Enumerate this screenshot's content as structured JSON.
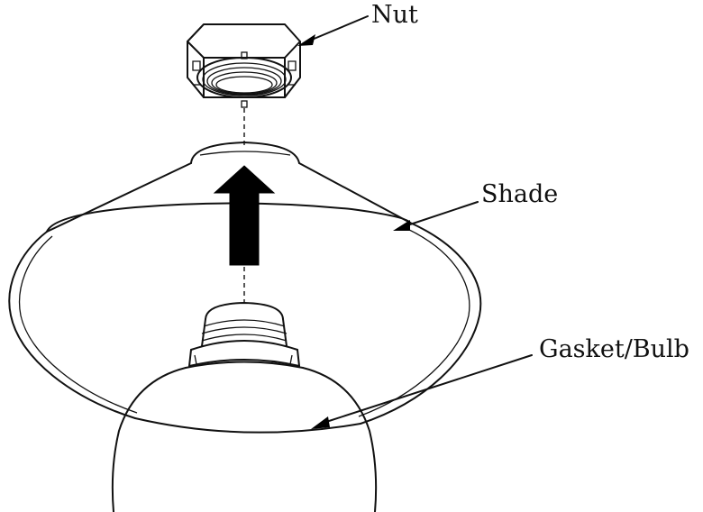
{
  "labels": {
    "nut": "Nut",
    "shade": "Shade",
    "bulb": "Gasket/Bulb"
  },
  "colors": {
    "line": "#111111",
    "background": "#ffffff",
    "arrow": "#000000"
  },
  "icons": {
    "direction": "up-arrow-icon"
  }
}
